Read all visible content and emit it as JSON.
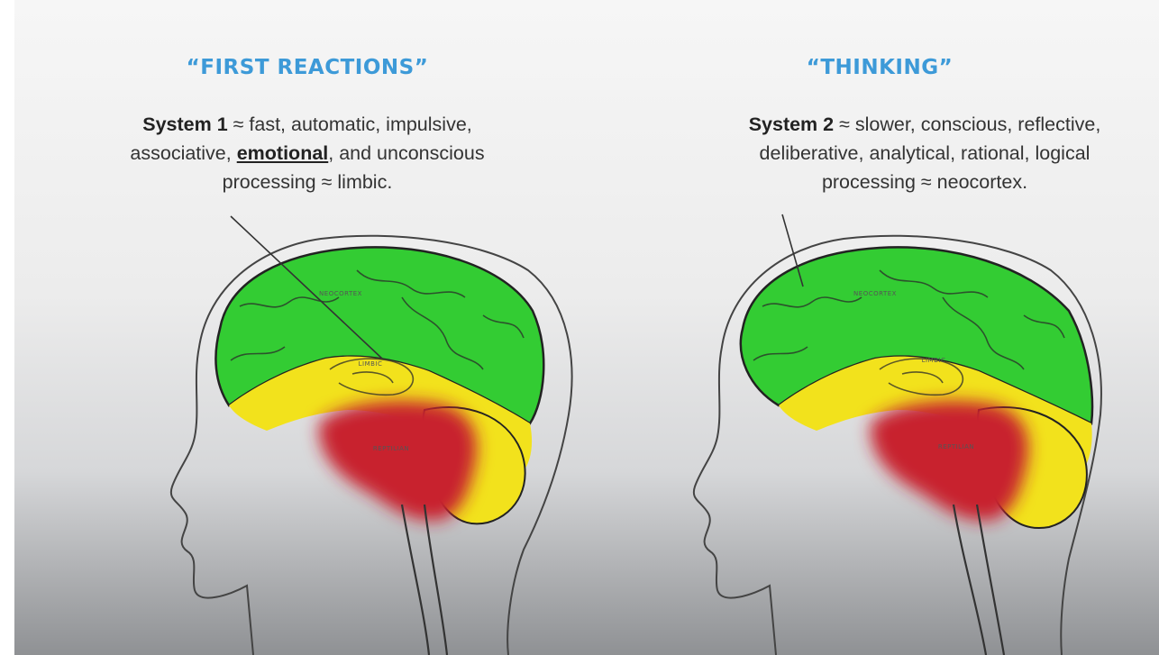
{
  "panels": [
    {
      "heading": "“FIRST REACTIONS”",
      "system_label": "System 1",
      "line1_rest": " ≈ fast, automatic, impulsive,",
      "line2_a": "associative, ",
      "line2_emph": "emotional",
      "line2_b": ", and unconscious",
      "line3": "processing ≈ limbic.",
      "region_labels": {
        "neocortex": "NEOCORTEX",
        "limbic": "LIMBIC",
        "reptilian": "REPTILIAN"
      }
    },
    {
      "heading": "“THINKING”",
      "system_label": "System 2",
      "line1_rest": " ≈ slower, conscious, reflective,",
      "line2": "deliberative, analytical, rational, logical",
      "line3": "processing ≈ neocortex.",
      "region_labels": {
        "neocortex": "NEOCORTEX",
        "limbic": "LIMBIC",
        "reptilian": "REPTILIAN"
      }
    }
  ],
  "colors": {
    "heading": "#3d9ad8",
    "neocortex": "#33cc33",
    "limbic": "#f2e21c",
    "reptilian": "#c8202e",
    "outline": "#333333"
  }
}
